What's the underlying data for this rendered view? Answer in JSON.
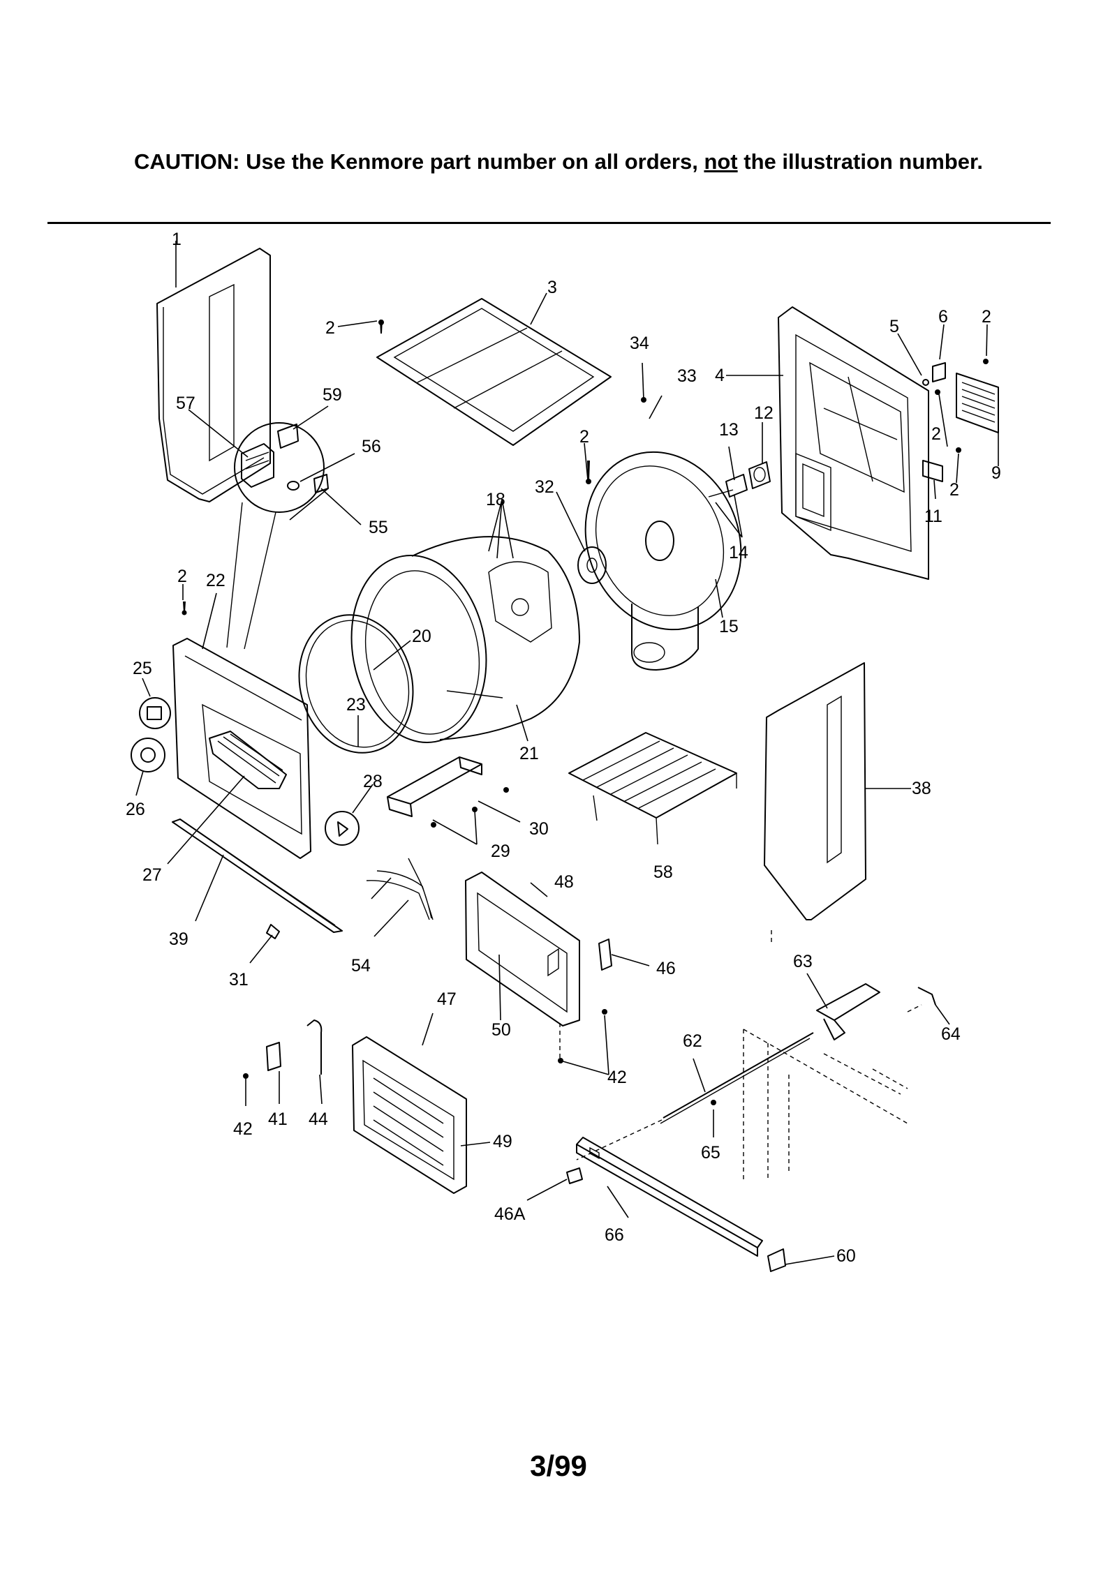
{
  "caution": {
    "prefix": "CAUTION: Use the Kenmore part number on all orders, ",
    "not_word": "not",
    "suffix": " the illustration number."
  },
  "page_number": "3/99",
  "callouts": {
    "c1": "1",
    "c2": "2",
    "c3": "3",
    "c4": "4",
    "c5": "5",
    "c6": "6",
    "c9": "9",
    "c11": "11",
    "c12": "12",
    "c13": "13",
    "c14": "14",
    "c15": "15",
    "c18": "18",
    "c20": "20",
    "c21": "21",
    "c22": "22",
    "c23": "23",
    "c25": "25",
    "c26": "26",
    "c27": "27",
    "c28": "28",
    "c29": "29",
    "c30": "30",
    "c31": "31",
    "c32": "32",
    "c33": "33",
    "c34": "34",
    "c38": "38",
    "c39": "39",
    "c41": "41",
    "c42": "42",
    "c44": "44",
    "c46": "46",
    "c46A": "46A",
    "c47": "47",
    "c48": "48",
    "c49": "49",
    "c50": "50",
    "c54": "54",
    "c55": "55",
    "c56": "56",
    "c57": "57",
    "c58": "58",
    "c59": "59",
    "c60": "60",
    "c62": "62",
    "c63": "63",
    "c64": "64",
    "c65": "65",
    "c66": "66"
  }
}
